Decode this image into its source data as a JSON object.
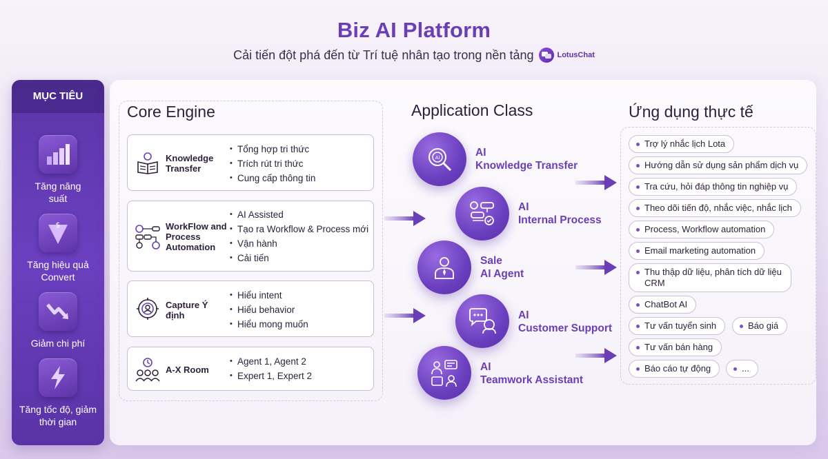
{
  "header": {
    "title": "Biz AI Platform",
    "subtitle": "Cải tiến đột phá đến từ Trí tuệ nhân tạo trong nền tảng",
    "brand": "LotusChat"
  },
  "goals": {
    "title": "MỤC TIÊU",
    "items": [
      {
        "label": "Tăng năng suất",
        "icon": "bar-chart-up-icon"
      },
      {
        "label": "Tăng hiệu quả Convert",
        "icon": "funnel-dollar-icon"
      },
      {
        "label": "Giảm chi phí",
        "icon": "trend-down-icon"
      },
      {
        "label": "Tăng tốc độ, giảm thời gian",
        "icon": "lightning-icon"
      }
    ]
  },
  "core_engine": {
    "title": "Core Engine",
    "items": [
      {
        "name": "Knowledge Transfer",
        "icon": "book-bulb-icon",
        "points": [
          "Tổng hợp tri thức",
          "Trích rút tri thức",
          "Cung cấp thông tin"
        ]
      },
      {
        "name": "WorkFlow and Process Automation",
        "icon": "workflow-gears-icon",
        "points": [
          "AI Assisted",
          "Tạo ra Workflow & Process mới",
          "Vận hành",
          "Cải tiến"
        ]
      },
      {
        "name": "Capture Ý định",
        "icon": "target-user-icon",
        "points": [
          "Hiểu intent",
          "Hiểu behavior",
          "Hiểu mong muốn"
        ]
      },
      {
        "name": "A-X Room",
        "icon": "team-room-icon",
        "points": [
          "Agent 1, Agent 2",
          "Expert 1, Expert 2"
        ]
      }
    ]
  },
  "application_class": {
    "title": "Application Class",
    "items": [
      {
        "line1": "AI",
        "line2": "Knowledge Transfer",
        "icon": "ai-search-icon"
      },
      {
        "line1": "AI",
        "line2": "Internal Process",
        "icon": "process-flow-icon"
      },
      {
        "line1": "Sale",
        "line2": "AI Agent",
        "icon": "agent-person-icon"
      },
      {
        "line1": "AI",
        "line2": "Customer Support",
        "icon": "chat-support-icon"
      },
      {
        "line1": "AI",
        "line2": "Teamwork Assistant",
        "icon": "teamwork-chat-icon"
      }
    ]
  },
  "real_apps": {
    "title": "Ứng dụng thực tế",
    "items": [
      "Trợ lý nhắc lịch Lota",
      "Hướng dẫn sử dụng sản phẩm dịch vụ",
      "Tra cứu, hỏi đáp thông tin nghiệp vụ",
      "Theo dõi tiến độ, nhắc việc, nhắc lịch",
      "Process, Workflow automation",
      "Email marketing automation",
      "Thu thập dữ liệu, phân tích dữ liệu CRM",
      "ChatBot AI",
      "Tư vấn tuyển sinh",
      "Báo giá",
      "Tư vấn bán hàng",
      "Báo cáo tự động",
      "..."
    ]
  },
  "colors": {
    "accent": "#6a3fb5",
    "goal_bg": "#5b35a8",
    "text": "#2b1f3a"
  }
}
